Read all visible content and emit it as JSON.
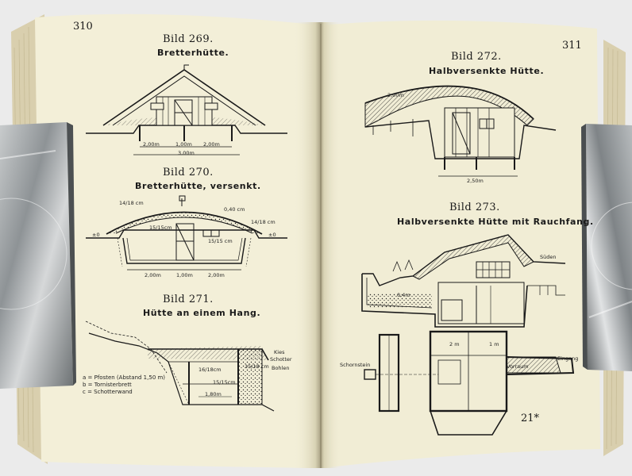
{
  "book": {
    "left_page": {
      "page_number": "310",
      "figures": [
        {
          "title": "Bild 269.",
          "caption": "Bretterhütte."
        },
        {
          "title": "Bild 270.",
          "caption": "Bretterhütte, versenkt."
        },
        {
          "title": "Bild 271.",
          "caption": "Hütte an einem Hang."
        }
      ],
      "dims_269": [
        "2,00m",
        "1,00m",
        "2,00m",
        "3,00m"
      ],
      "dims_270": [
        "14/18 cm",
        "0,40 cm",
        "14/18 cm",
        "15/15cm",
        "15/15 cm",
        "±0",
        "±0",
        "2,00m",
        "1,00m",
        "2,00m"
      ],
      "dims_271": [
        "Kies",
        "Schotter",
        "Bohlen",
        "16/18cm",
        "15/15cm",
        "15/18 cm",
        "1,80m"
      ],
      "legend_271": [
        "a = Pfosten (Abstand 1,50 m)",
        "b = Tornisterbrett",
        "c = Schotterwand"
      ]
    },
    "right_page": {
      "page_number": "311",
      "figures": [
        {
          "title": "Bild 272.",
          "caption": "Halbversenkte Hütte."
        },
        {
          "title": "Bild 273.",
          "caption": "Halbversenkte Hütte mit Rauchfang."
        }
      ],
      "dims_272": [
        "2,00m",
        "2,50m"
      ],
      "labels_273": [
        "Süden",
        "0,4m",
        "Schornstein",
        "2 m",
        "1 m",
        "Vorraum",
        "Eingang"
      ],
      "footer_mark": "21*"
    }
  },
  "colors": {
    "paper": "#f3efd8",
    "ink": "#1a1a1a",
    "clip": "#9ea3a6"
  }
}
